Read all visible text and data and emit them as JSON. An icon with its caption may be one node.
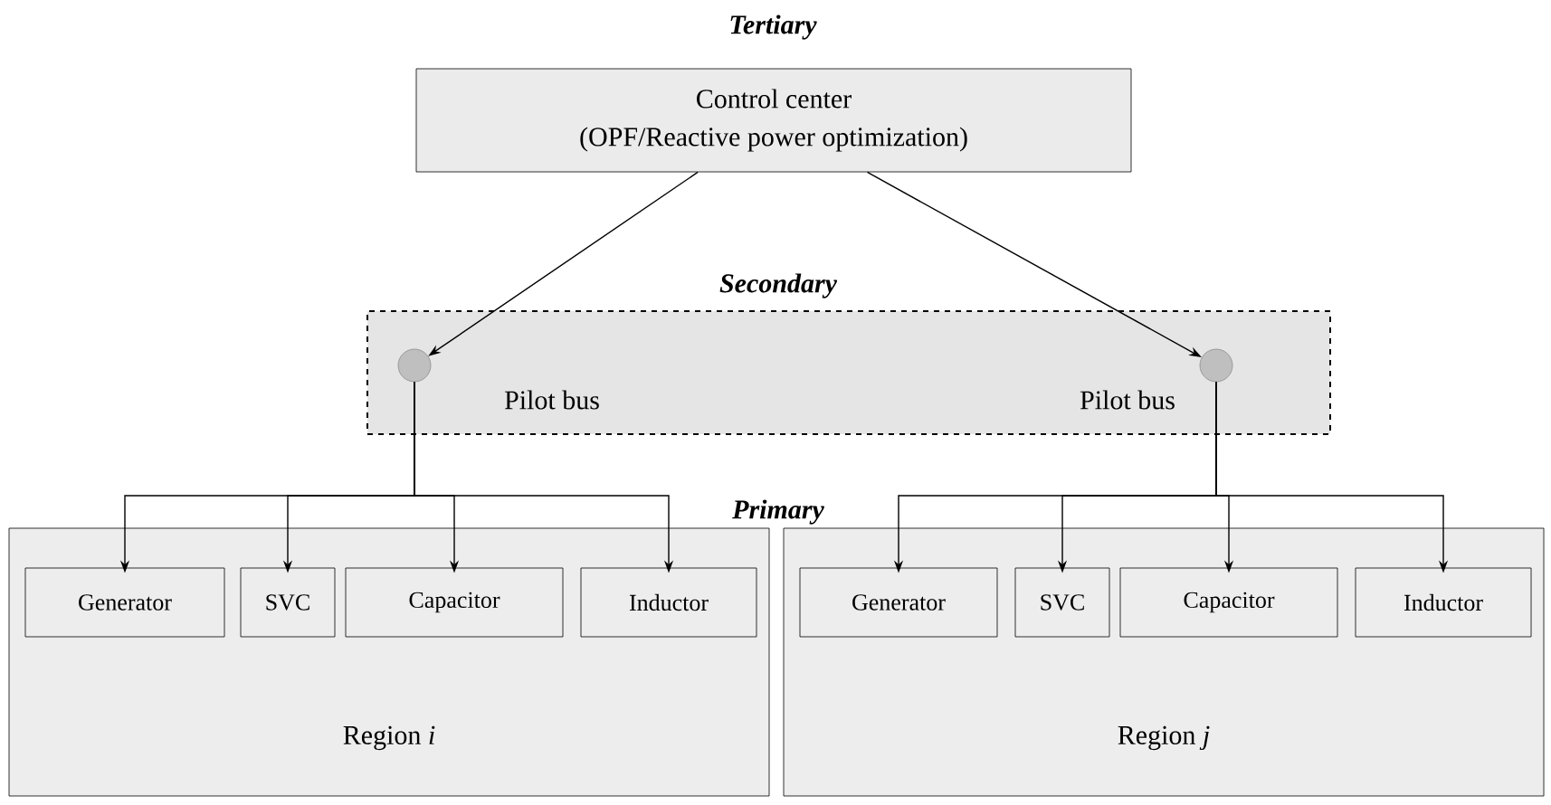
{
  "diagram": {
    "nodes": [
      {
        "text": [
          "Control center",
          "(OPF/Reactive power optimization)"
        ]
      },
      {
        "text": [],
        "shape": "box"
      },
      {
        "text": [],
        "shape": "circle",
        "in": 1,
        "beside": [
          "Pilot bus"
        ]
      },
      {
        "text": [],
        "shape": "circle",
        "in": 1,
        "beside": [
          "Pilot bus"
        ]
      },
      {
        "text": [
          "Region *i*"
        ]
      },
      {
        "text": [
          "Generator"
        ],
        "in": 4
      },
      {
        "text": [
          "SVC"
        ],
        "in": 4
      },
      {
        "text": [
          "Capacitor"
        ],
        "in": 4
      },
      {
        "text": [
          "Inductor"
        ],
        "in": 4
      },
      {
        "text": [
          "Region *j*"
        ]
      },
      {
        "text": [
          "Generator"
        ],
        "in": 9
      },
      {
        "text": [
          "SVC"
        ],
        "in": 9
      },
      {
        "text": [
          "Capacitor"
        ],
        "in": 9
      },
      {
        "text": [
          "Inductor"
        ],
        "in": 9
      }
    ],
    "edges": [
      {
        "from": 0,
        "to": 2,
        "arrow": "to"
      },
      {
        "from": 0,
        "to": 3,
        "arrow": "to"
      },
      {
        "from": 2,
        "to": 5,
        "arrow": "to"
      },
      {
        "from": 2,
        "to": 6,
        "arrow": "to"
      },
      {
        "from": 2,
        "to": 7,
        "arrow": "to"
      },
      {
        "from": 2,
        "to": 8,
        "arrow": "to"
      },
      {
        "from": 3,
        "to": 10,
        "arrow": "to"
      },
      {
        "from": 3,
        "to": 11,
        "arrow": "to"
      },
      {
        "from": 3,
        "to": 12,
        "arrow": "to"
      },
      {
        "from": 3,
        "to": 13,
        "arrow": "to"
      }
    ],
    "labels": [
      "Tertiary",
      "Secondary",
      "Primary"
    ]
  }
}
